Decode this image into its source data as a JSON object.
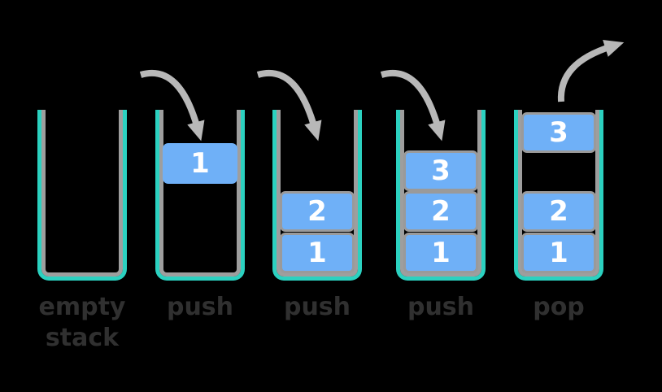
{
  "colors": {
    "background": "#000000",
    "container_teal": "#2bd1c0",
    "container_gray": "#9e9e9e",
    "box_fill": "#6fb0f7",
    "box_border": "#9a9a9a",
    "arrow": "#b8b8b8",
    "label": "#303030",
    "number": "#ffffff"
  },
  "diagram": {
    "type": "stack-operations",
    "stages": [
      {
        "name": "empty-stack",
        "label_lines": [
          "empty",
          "stack"
        ],
        "arrow": "none",
        "boxes": []
      },
      {
        "name": "push-1",
        "label_lines": [
          "push"
        ],
        "arrow": "push",
        "boxes": [
          {
            "value": "1",
            "slot": "falling"
          }
        ]
      },
      {
        "name": "push-2",
        "label_lines": [
          "push"
        ],
        "arrow": "push",
        "boxes": [
          {
            "value": "2",
            "slot": "mid"
          },
          {
            "value": "1",
            "slot": "bottom"
          }
        ]
      },
      {
        "name": "push-3",
        "label_lines": [
          "push"
        ],
        "arrow": "push",
        "boxes": [
          {
            "value": "3",
            "slot": "third"
          },
          {
            "value": "2",
            "slot": "mid"
          },
          {
            "value": "1",
            "slot": "bottom"
          }
        ]
      },
      {
        "name": "pop",
        "label_lines": [
          "pop"
        ],
        "arrow": "pop",
        "boxes": [
          {
            "value": "3",
            "slot": "popped"
          },
          {
            "value": "2",
            "slot": "mid"
          },
          {
            "value": "1",
            "slot": "bottom"
          }
        ]
      }
    ]
  }
}
